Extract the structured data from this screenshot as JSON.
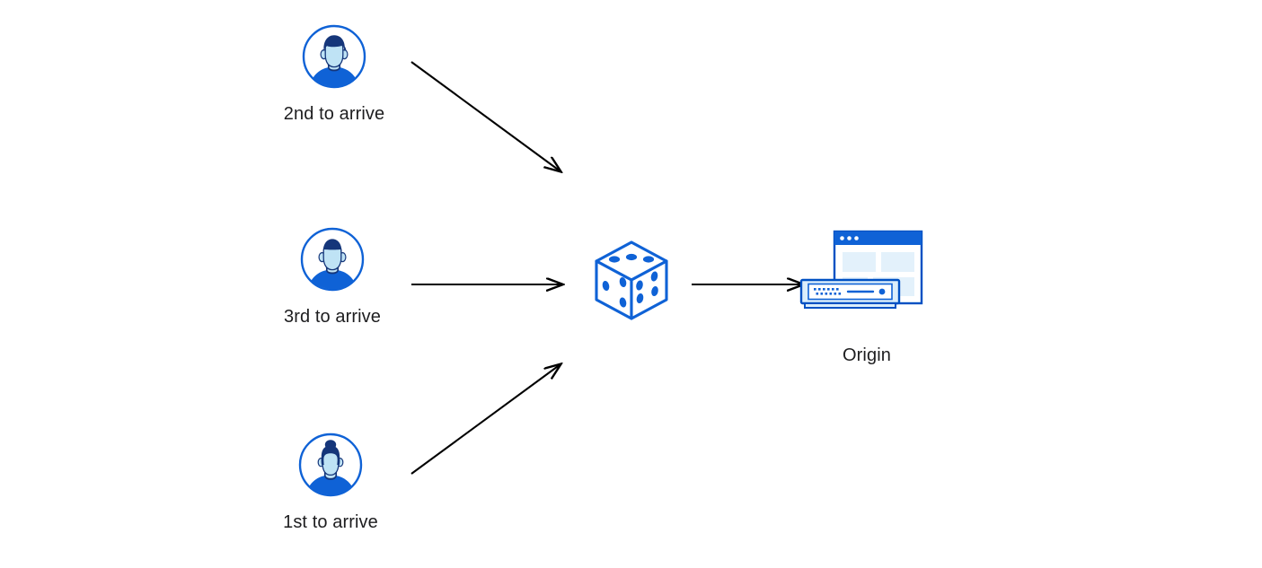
{
  "diagram": {
    "title": "Load balancing random selection to origin",
    "background_color": "#ffffff",
    "accent_blue": "#0051c3",
    "brand_blue": "#0f62d6",
    "light_blue": "#bfe3f5",
    "text_color": "#1d1d1f",
    "arrow_color": "#000000"
  },
  "nodes": {
    "visitor_second": {
      "label": "2nd to arrive",
      "icon": "avatar-male-short-hair-icon"
    },
    "visitor_third": {
      "label": "3rd to arrive",
      "icon": "avatar-male-short-hair-icon"
    },
    "visitor_first": {
      "label": "1st to arrive",
      "icon": "avatar-female-bun-hair-icon"
    },
    "randomizer": {
      "label": "",
      "icon": "dice-icon"
    },
    "origin": {
      "label": "Origin",
      "icon": "origin-server-browser-icon"
    }
  },
  "connections": [
    {
      "name": "arrow-second-to-dice",
      "from": "visitor_second",
      "to": "randomizer",
      "direction": "down-right"
    },
    {
      "name": "arrow-third-to-dice",
      "from": "visitor_third",
      "to": "randomizer",
      "direction": "right"
    },
    {
      "name": "arrow-first-to-dice",
      "from": "visitor_first",
      "to": "randomizer",
      "direction": "up-right"
    },
    {
      "name": "arrow-dice-to-origin",
      "from": "randomizer",
      "to": "origin",
      "direction": "right"
    }
  ]
}
